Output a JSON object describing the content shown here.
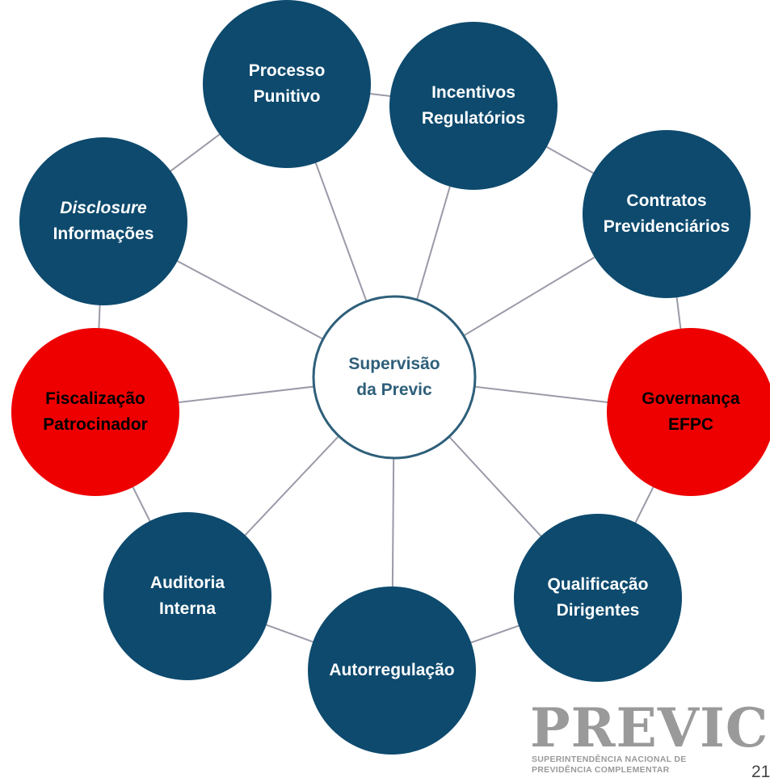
{
  "diagram": {
    "center": {
      "lines": [
        "Supervisão",
        "da Previc"
      ]
    },
    "nodes": [
      {
        "id": "processo-punitivo",
        "lines": [
          "Processo",
          "Punitivo"
        ],
        "fill": "#0d4a6e"
      },
      {
        "id": "incentivos-regulatorios",
        "lines": [
          "Incentivos",
          "Regulatórios"
        ],
        "fill": "#0d4a6e"
      },
      {
        "id": "contratos-previdenciarios",
        "lines": [
          "Contratos",
          "Previdenciários"
        ],
        "fill": "#0d4a6e"
      },
      {
        "id": "governanca-efpc",
        "lines": [
          "Governança",
          "EFPC"
        ],
        "fill": "#ee0000"
      },
      {
        "id": "qualificacao-dirigentes",
        "lines": [
          "Qualificação",
          "Dirigentes"
        ],
        "fill": "#0d4a6e"
      },
      {
        "id": "autorregulacao",
        "lines": [
          "Autorregulação"
        ],
        "fill": "#0d4a6e"
      },
      {
        "id": "auditoria-interna",
        "lines": [
          "Auditoria",
          "Interna"
        ],
        "fill": "#0d4a6e"
      },
      {
        "id": "fiscalizacao-patrocinador",
        "lines": [
          "Fiscalização",
          "Patrocinador"
        ],
        "fill": "#ee0000"
      },
      {
        "id": "disclosure-informacoes",
        "lines": [
          "Disclosure",
          "Informações"
        ],
        "fill": "#0d4a6e",
        "italic_first_line": true
      }
    ],
    "colors": {
      "node_blue": "#0d4a6e",
      "node_red": "#ee0000",
      "center_border": "#2e5f7a",
      "center_text": "#2e5f7a",
      "connector": "#9a9aa8"
    }
  },
  "logo": {
    "wordmark": "PREVIC",
    "subtitle_line1": "SUPERINTENDÊNCIA NACIONAL DE",
    "subtitle_line2": "PREVIDÊNCIA COMPLEMENTAR"
  },
  "page_number": "21"
}
